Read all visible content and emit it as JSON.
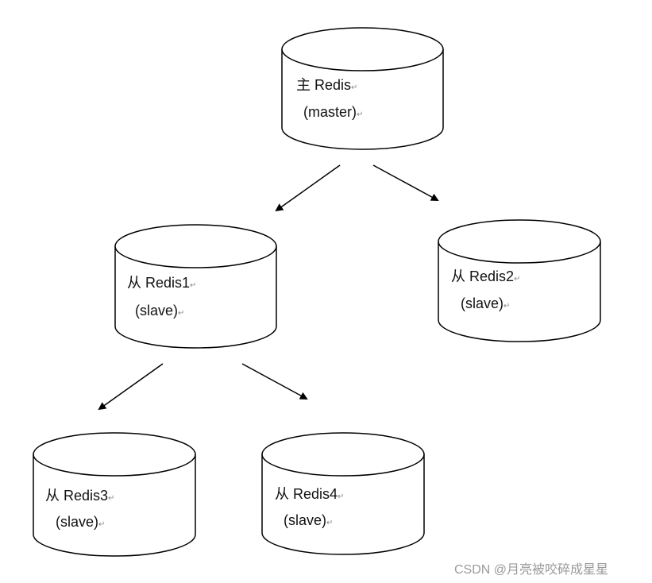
{
  "nodes": [
    {
      "id": "master",
      "line1": "主 Redis",
      "line2": "(master)"
    },
    {
      "id": "redis1",
      "line1": "从 Redis1",
      "line2": "(slave)"
    },
    {
      "id": "redis2",
      "line1": "从 Redis2",
      "line2": "(slave)"
    },
    {
      "id": "redis3",
      "line1": "从 Redis3",
      "line2": "(slave)"
    },
    {
      "id": "redis4",
      "line1": "从 Redis4",
      "line2": "(slave)"
    }
  ],
  "edges": [
    {
      "from": "master",
      "to": "redis1"
    },
    {
      "from": "master",
      "to": "redis2"
    },
    {
      "from": "redis1",
      "to": "redis3"
    },
    {
      "from": "redis1",
      "to": "redis4"
    }
  ],
  "return_mark": "↵",
  "watermark": "CSDN @月亮被咬碎成星星"
}
